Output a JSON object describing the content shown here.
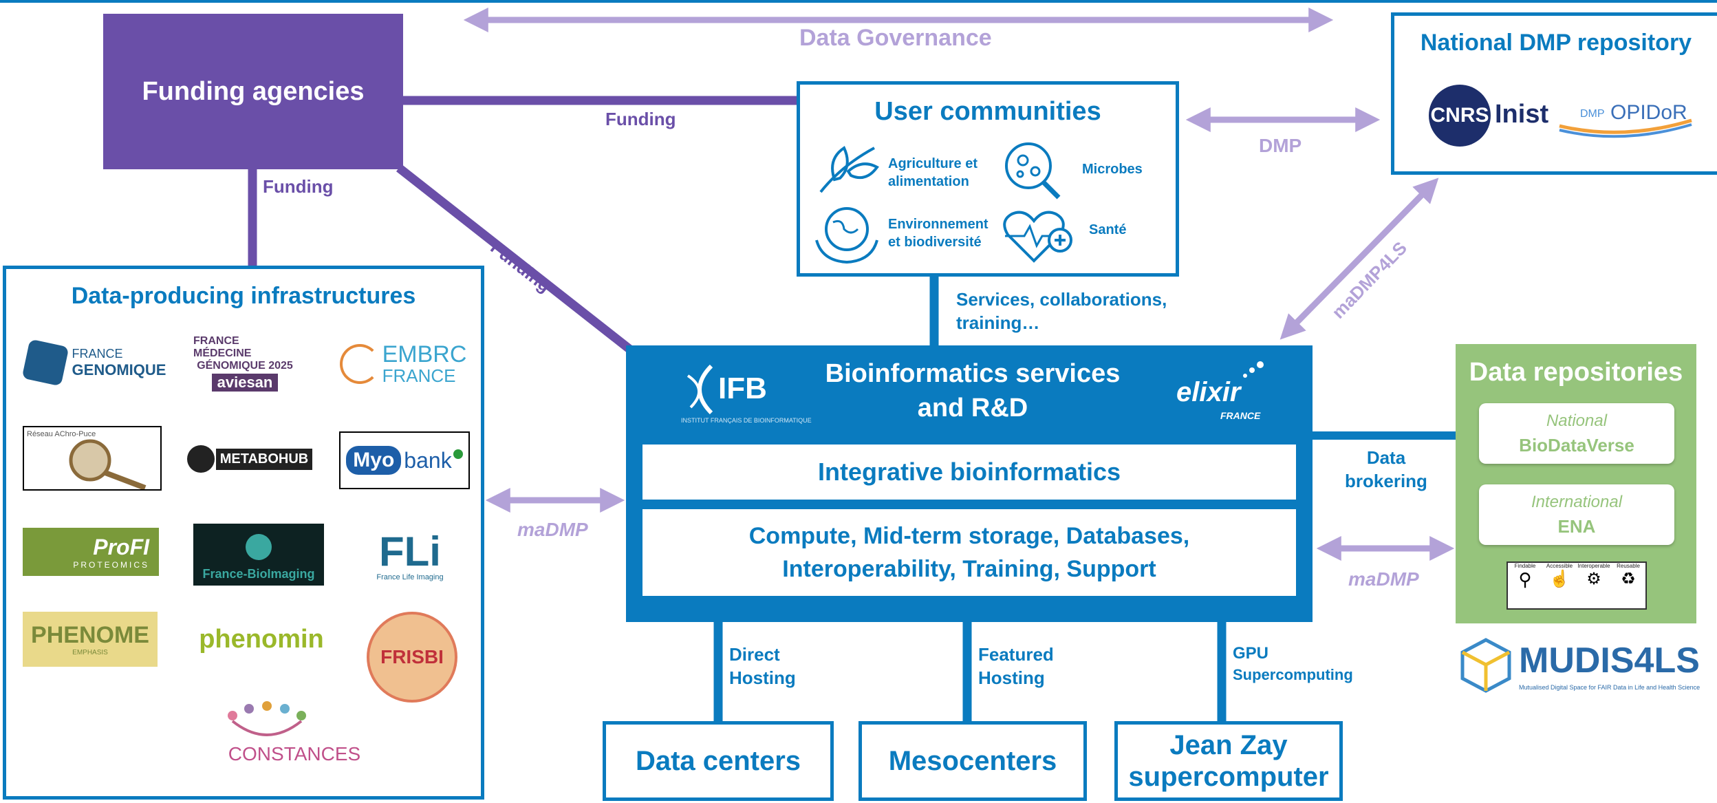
{
  "colors": {
    "blue": "#0a7bbf",
    "purple": "#6a4fa8",
    "lavender": "#b3a2d8",
    "green": "#96c47c",
    "white": "#ffffff"
  },
  "funding_agencies": {
    "title": "Funding agencies"
  },
  "edges": {
    "data_governance": "Data Governance",
    "funding_top": "Funding",
    "funding_left": "Funding",
    "funding_diag": "Funding",
    "dmp": "DMP",
    "madmp4ls": "maDMP4LS",
    "madmp_left": "maDMP",
    "madmp_right": "maDMP",
    "data_brokering": "Data brokering",
    "services": "Services, collaborations, training…",
    "direct_hosting": "Direct Hosting",
    "featured_hosting": "Featured Hosting",
    "gpu": "GPU",
    "gpu_sub": "Supercomputing"
  },
  "national_dmp": {
    "title": "National DMP repository",
    "logo_cnrs": "CNRS",
    "logo_inist": "Inist",
    "logo_dmp": "DMP",
    "logo_opidor": "OPIDoR"
  },
  "user_communities": {
    "title": "User communities",
    "items": [
      {
        "label": "Agriculture et alimentation",
        "icon": "plant-icon"
      },
      {
        "label": "Microbes",
        "icon": "microbe-icon"
      },
      {
        "label": "Environnement et biodiversité",
        "icon": "earth-hands-icon"
      },
      {
        "label": "Santé",
        "icon": "heart-pulse-icon"
      }
    ]
  },
  "data_producing": {
    "title": "Data-producing infrastructures",
    "logos": {
      "france_genomique_1": "FRANCE",
      "france_genomique_2": "GENOMIQUE",
      "fmg_1": "FRANCE MÉDECINE",
      "fmg_2": "GÉNOMIQUE 2025",
      "aviesan": "aviesan",
      "embrc_1": "EMBRC",
      "embrc_2": "FRANCE",
      "achrofrance": "Réseau AChro-Puce",
      "metabohub": "METABOHUB",
      "myobank_1": "Myo",
      "myobank_2": "bank",
      "profi_1": "ProFI",
      "profi_2": "PROTEOMICS",
      "france_bioimaging": "France-BioImaging",
      "fli_1": "FLi",
      "fli_2": "France Life Imaging",
      "phenome_1": "PHENOME",
      "phenome_2": "EMPHASIS",
      "phenomin": "phenomin",
      "frisbi": "FRISBI",
      "constances": "CONSTANCES"
    }
  },
  "ifb": {
    "title": "Bioinformatics services and R&D",
    "logo_ifb": "IFB",
    "logo_ifb_sub": "INSTITUT FRANÇAIS DE BIOINFORMATIQUE",
    "logo_elixir": "elixir",
    "logo_elixir_sub": "FRANCE",
    "integrative": "Integrative bioinformatics",
    "compute_1": "Compute, Mid-term storage, Databases,",
    "compute_2": "Interoperability, Training, Support"
  },
  "data_repositories": {
    "title": "Data repositories",
    "national_label": "National",
    "national_name": "BioDataVerse",
    "international_label": "International",
    "international_name": "ENA",
    "fair": [
      "Findable",
      "Accessible",
      "Interoperable",
      "Reusable"
    ]
  },
  "mudis": {
    "name": "MUDIS4LS",
    "tagline": "Mutualised Digital Space for FAIR Data in Life and Health Science"
  },
  "hosting": {
    "data_centers": "Data centers",
    "mesocenters": "Mesocenters",
    "jeanzay_1": "Jean Zay",
    "jeanzay_2": "supercomputer"
  }
}
